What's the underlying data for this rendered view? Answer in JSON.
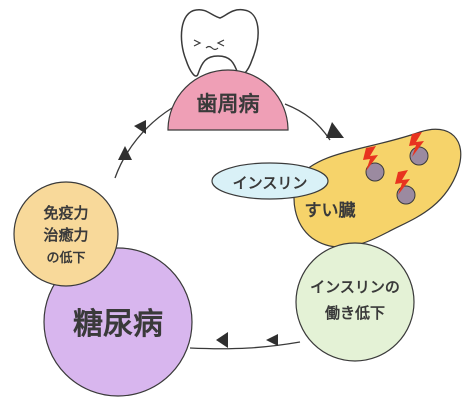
{
  "nodes": {
    "periodontal": {
      "label": "歯周病",
      "color": "#ef9fb6"
    },
    "pancreas": {
      "label": "すい臓",
      "color": "#f6d36a"
    },
    "insulin": {
      "label": "インスリン",
      "color": "#d9f1f7"
    },
    "insulin_decline": {
      "line1": "インスリンの",
      "line2": "働き低下",
      "color": "#e4f2d6"
    },
    "diabetes": {
      "label": "糖尿病",
      "color": "#d8b6ee"
    },
    "immunity": {
      "line1": "免疫力",
      "line2": "治癒力",
      "line3": "の低下",
      "color": "#f8d99a"
    }
  },
  "icons": [
    "tooth-icon",
    "lightning-icon",
    "arrowhead-icon"
  ],
  "colors": {
    "outline": "#3a3a3a",
    "arrow": "#2f2f2f",
    "lightning": "#e8331f",
    "cell": "#9b8aa0"
  }
}
